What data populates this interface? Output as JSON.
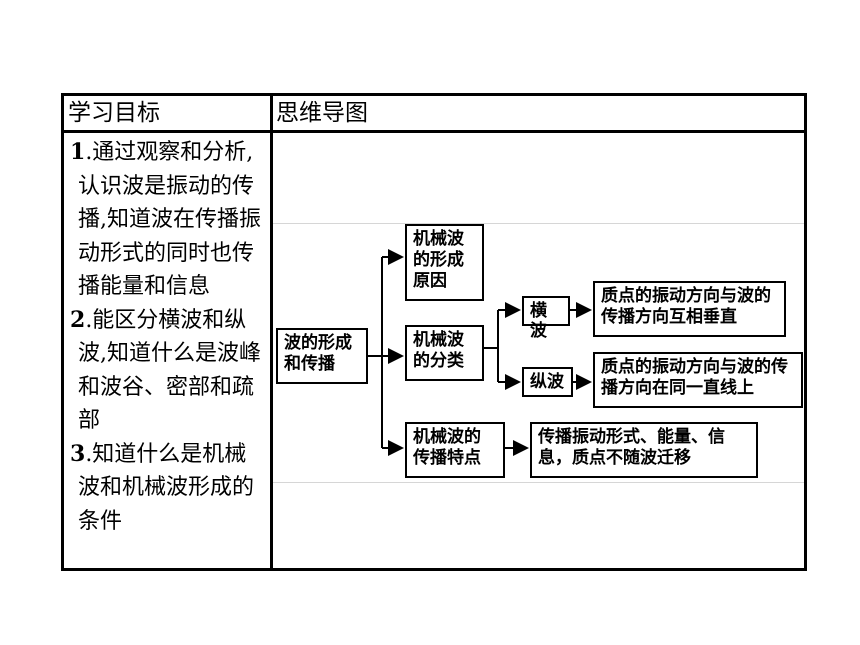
{
  "table": {
    "header_left": "学习目标",
    "header_right": "思维导图",
    "objectives": [
      {
        "num": "1",
        "text": ".通过观察和分析,认识波是振动的传播,知道波在传播振动形式的同时也传播能量和信息"
      },
      {
        "num": "2",
        "text": ".能区分横波和纵波,知道什么是波峰和波谷、密部和疏部"
      },
      {
        "num": "3",
        "text": ".知道什么是机械波和机械波形成的条件"
      }
    ]
  },
  "mindmap": {
    "root": "波的形成和传播",
    "formation": "机械波的形成原因",
    "classification": "机械波的分类",
    "transverse": "横波",
    "transverse_desc": "质点的振动方向与波的传播方向互相垂直",
    "longitudinal": "纵波",
    "longitudinal_desc": "质点的振动方向与波的传播方向在同一直线上",
    "characteristics": "机械波的传播特点",
    "characteristics_desc": "传播振动形式、能量、信息，质点不随波迁移"
  }
}
